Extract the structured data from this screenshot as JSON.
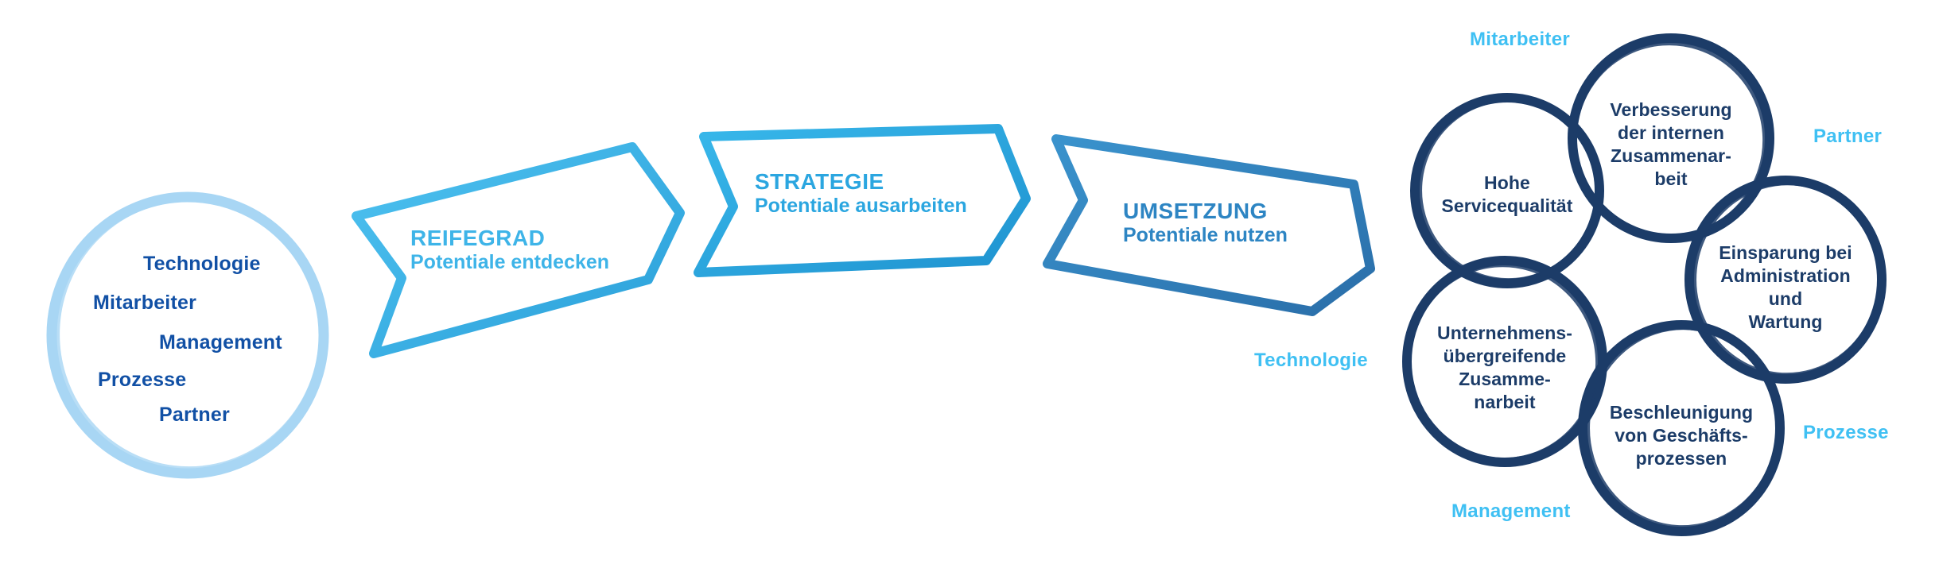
{
  "diagram": {
    "title_hint": "maturity-to-benefits process diagram",
    "input_circle": {
      "items": [
        "Technologie",
        "Mitarbeiter",
        "Management",
        "Prozesse",
        "Partner"
      ]
    },
    "arrows": [
      {
        "title": "REIFEGRAD",
        "subtitle": "Potentiale entdecken",
        "color_start": "#4ec2f0",
        "color_end": "#2a9fd9",
        "text_color": "#3eb4e8"
      },
      {
        "title": "STRATEGIE",
        "subtitle": "Potentiale ausarbeiten",
        "color_start": "#38b7ea",
        "color_end": "#1f93d0",
        "text_color": "#2ba6e0"
      },
      {
        "title": "UMSETZUNG",
        "subtitle": "Potentiale nutzen",
        "color_start": "#3a93cd",
        "color_end": "#2a6ea9",
        "text_color": "#2d85c3"
      }
    ],
    "outcomes": [
      {
        "lines": [
          "Hohe",
          "Servicequalität"
        ]
      },
      {
        "lines": [
          "Verbesserung",
          "der internen",
          "Zusammenar-",
          "beit"
        ]
      },
      {
        "lines": [
          "Einsparung bei",
          "Administration",
          "und",
          "Wartung"
        ]
      },
      {
        "lines": [
          "Unternehmens-",
          "übergreifende",
          "Zusamme-",
          "narbeit"
        ]
      },
      {
        "lines": [
          "Beschleunigung",
          "von Geschäfts-",
          "prozessen"
        ]
      }
    ],
    "dimension_labels": {
      "top": "Mitarbeiter",
      "right_upper": "Partner",
      "left": "Technologie",
      "right_lower": "Prozesse",
      "bottom": "Management"
    },
    "colors": {
      "background": "#ffffff",
      "input_circle_border": "#a8d6f4",
      "input_text": "#1150a5",
      "outcome_outline": "#1c3c68",
      "outcome_text": "#1c3c68",
      "dimension_label": "#3fc0f3"
    }
  }
}
